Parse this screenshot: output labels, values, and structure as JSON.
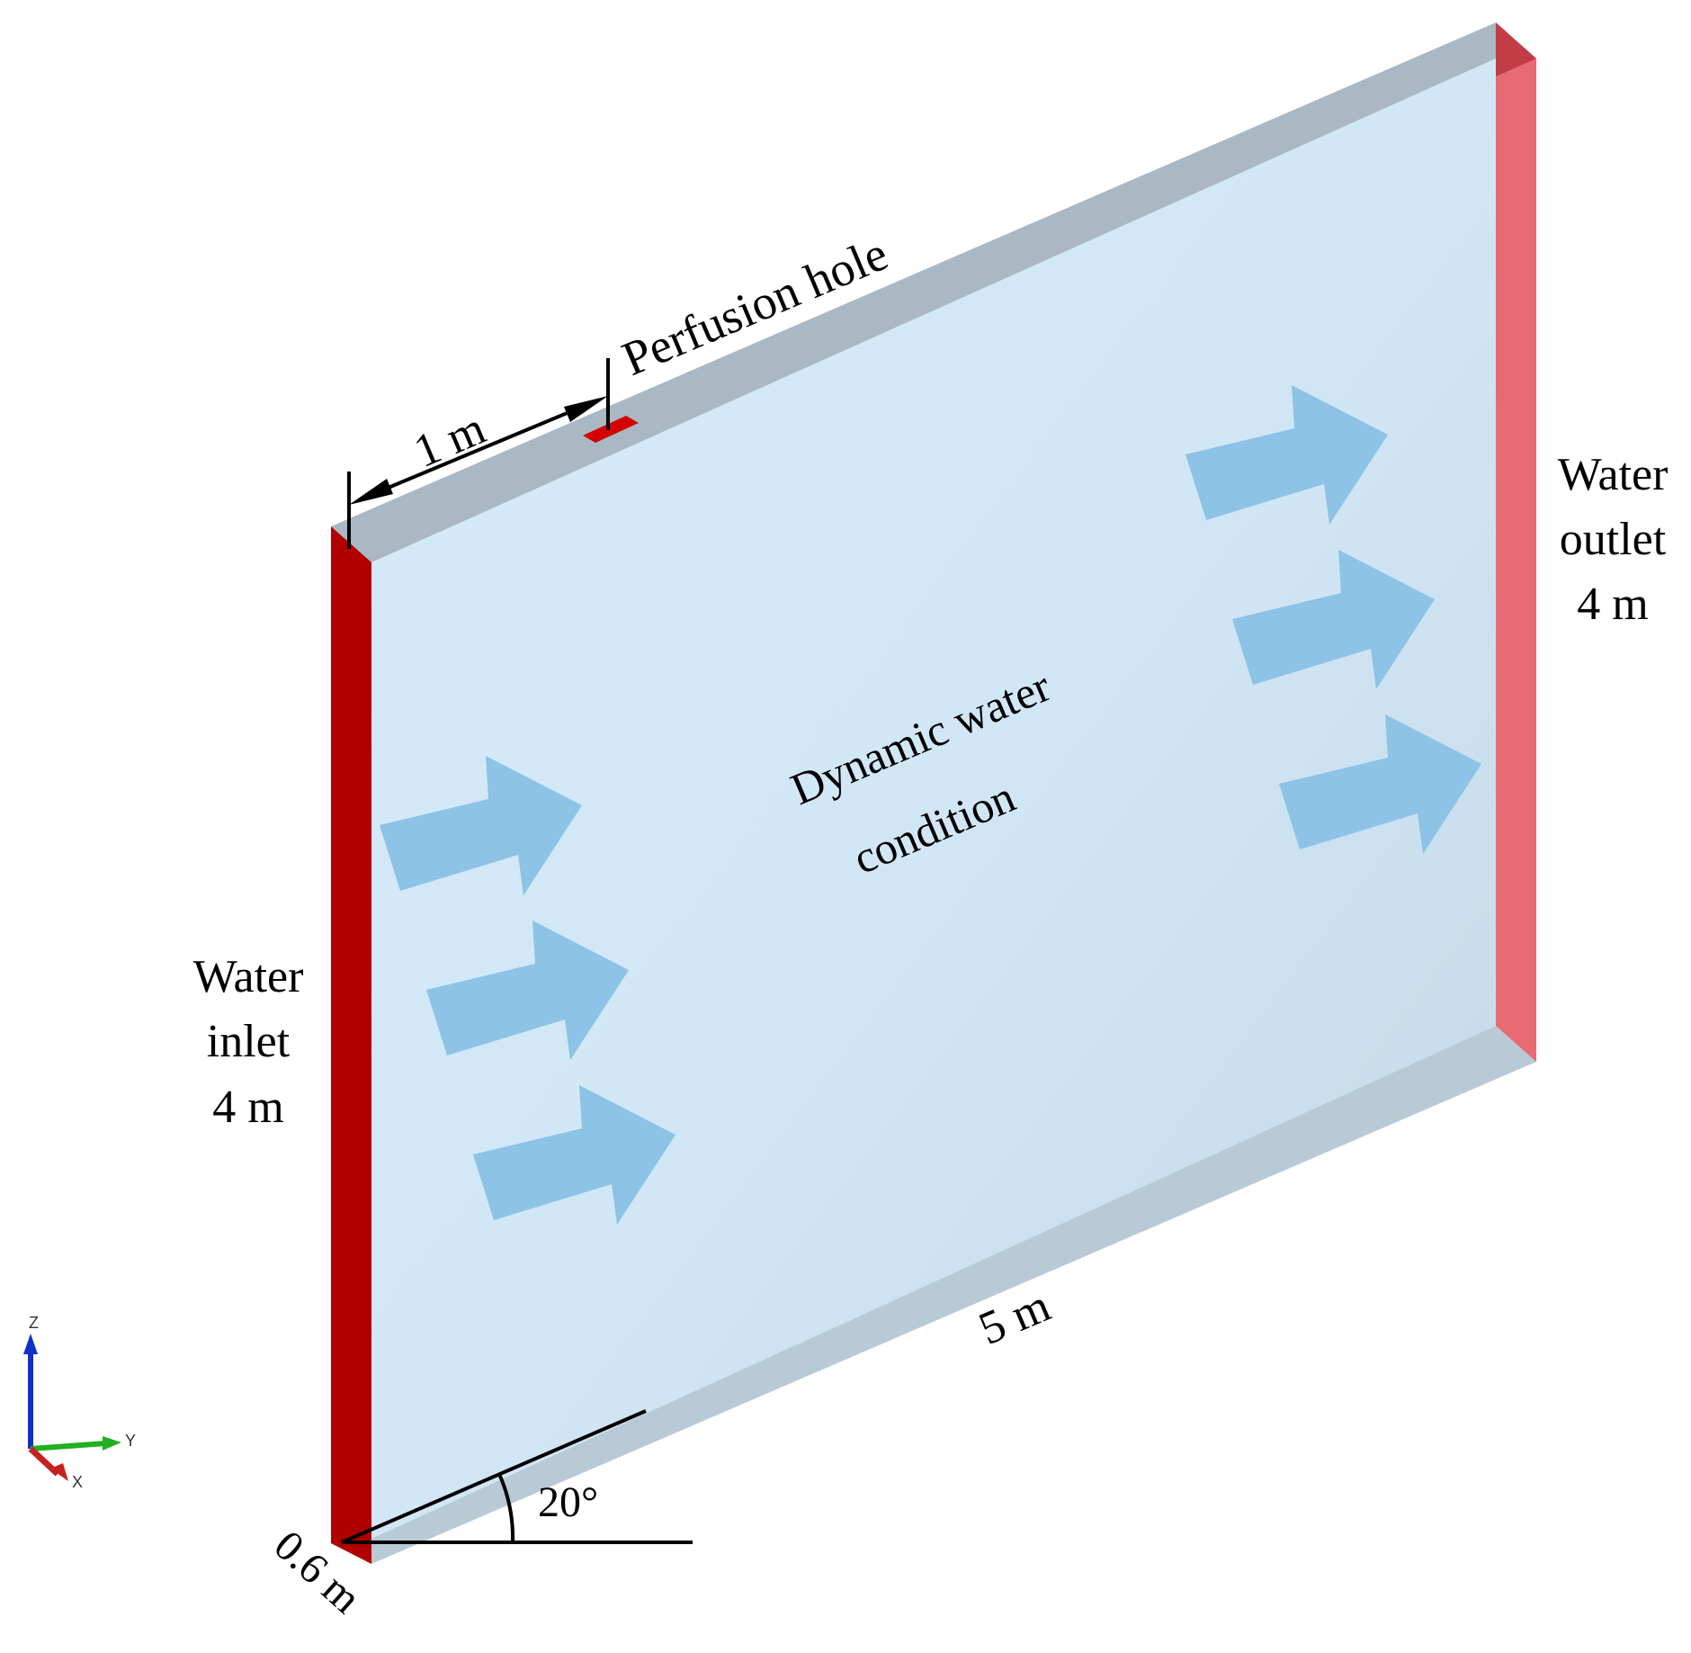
{
  "labels": {
    "perfusion_hole": "Perfusion hole",
    "hole_distance": "1 m",
    "center_line1": "Dynamic water",
    "center_line2": "condition",
    "inlet_line1": "Water",
    "inlet_line2": "inlet",
    "inlet_line3": "4 m",
    "outlet_line1": "Water",
    "outlet_line2": "outlet",
    "outlet_line3": "4 m",
    "length": "5 m",
    "thickness": "0.6 m",
    "angle": "20°"
  },
  "axes": {
    "z": "Z",
    "y": "Y",
    "x": "X"
  },
  "colors": {
    "front_face": "#cfe3f1",
    "top_face": "#a9b8c2",
    "bottom_face": "#b8cad6",
    "inlet": "#b00000",
    "outlet": "#e86a75",
    "outlet_top": "#c23c46",
    "flow_arrow": "#8cc3e6",
    "perfusion_hole": "#d40000",
    "axis_z": "#1030c8",
    "axis_y": "#20b020",
    "axis_x": "#c82020"
  },
  "icons": {
    "flow": "right-arrow-icon"
  }
}
